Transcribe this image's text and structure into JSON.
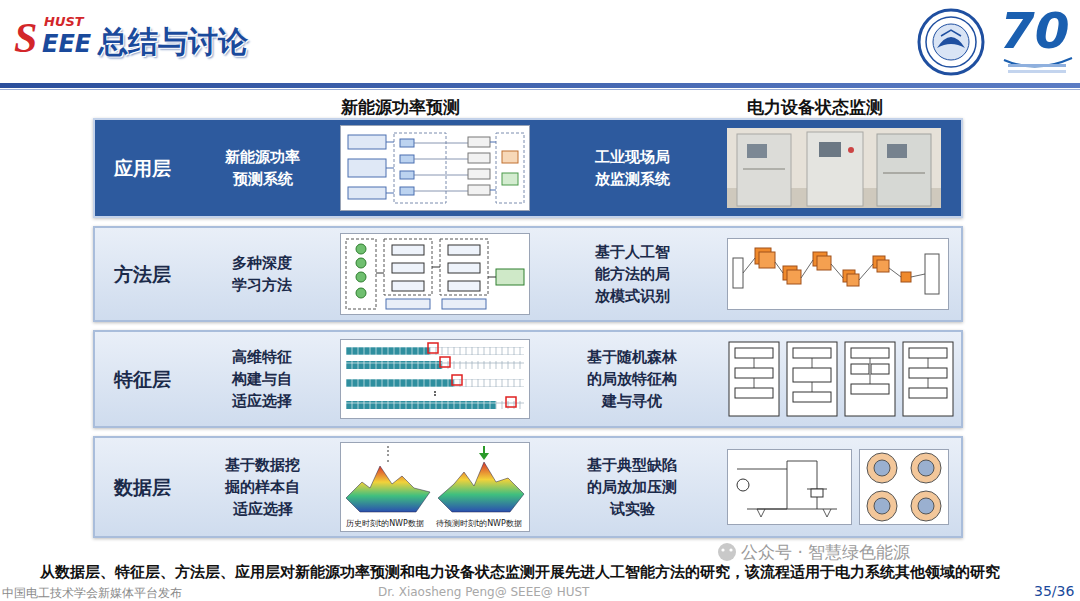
{
  "diagram": {
    "title": "总结与讨论",
    "caption": "从数据层、特征层、方法层、应用层对新能源功率预测和电力设备状态监测开展先进人工智能方法的研究，该流程适用于电力系统其他领域的研究",
    "nodes": [
      {
        "text": [
          "应用层",
          "新能源功率预测系统",
          "工业现场局放监测系统"
        ]
      },
      {
        "text": [
          "方法层",
          "多种深度学习方法",
          "基于人工智能方法的局放模式识别"
        ]
      },
      {
        "text": [
          "特征层",
          "高维特征构建与自适应选择",
          "基于随机森林的局放特征构建与寻优"
        ]
      },
      {
        "text": [
          "数据层",
          "基于数据挖掘的样本自适应选择",
          "基于典型缺陷的局放加压测试实验"
        ]
      }
    ],
    "labels": [
      "S",
      "HUST",
      "EEE",
      "70",
      "新能源功率预测",
      "电力设备状态监测",
      "历史时刻t的NWP数据",
      "待预测时刻t的NWP数据",
      "公众号 · 智慧绿色能源",
      "中国电工技术学会新媒体平台发布",
      "Dr. Xiaosheng Peng@ SEEE@ HUST",
      "35/36"
    ]
  }
}
